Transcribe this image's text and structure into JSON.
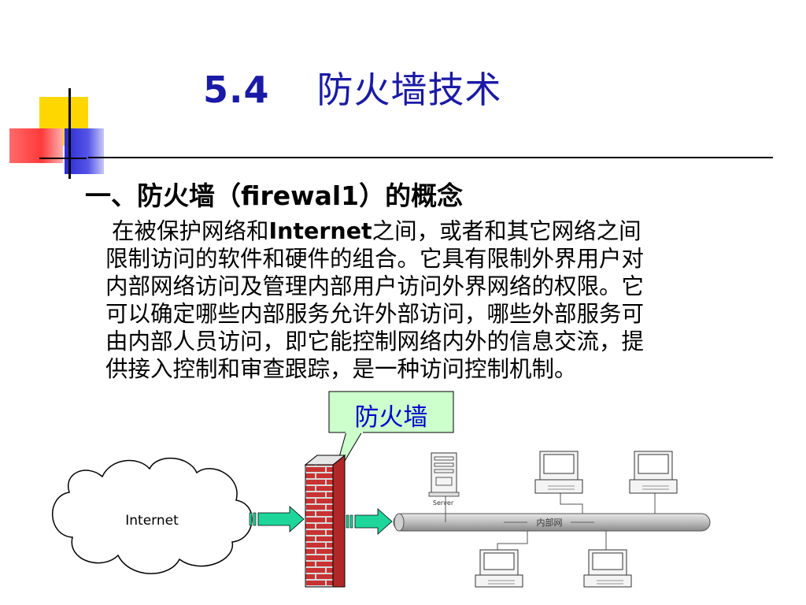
{
  "slide": {
    "title_number": "5.4",
    "title_text": "防火墙技术",
    "heading_prefix": "一、防火墙（",
    "heading_term": "firewal1",
    "heading_suffix": "）的概念",
    "paragraph_lines": [
      [
        "在被保护网络和",
        "Internet",
        "之间，或者和其它网络之间"
      ],
      "限制访问的软件和硬件的组合。它具有限制外界用户对",
      "内部网络访问及管理内部用户访问外界网络的权限。它",
      "可以确定哪些内部服务允许外部访问，哪些外部服务可",
      "由内部人员访问，即它能控制网络内外的信息交流，提",
      "供接入控制和审查跟踪，是一种访问控制机制。"
    ]
  },
  "diagram": {
    "firewall_callout": "防火墙",
    "cloud_label": "Internet",
    "server_label": "Server",
    "lan_label": "内部网",
    "colors": {
      "title": "#1a1aa6",
      "callout_fill": "#ccffcc",
      "callout_text": "#0000cc",
      "arrow": "#1ed69a",
      "brick": "#c83232"
    }
  }
}
